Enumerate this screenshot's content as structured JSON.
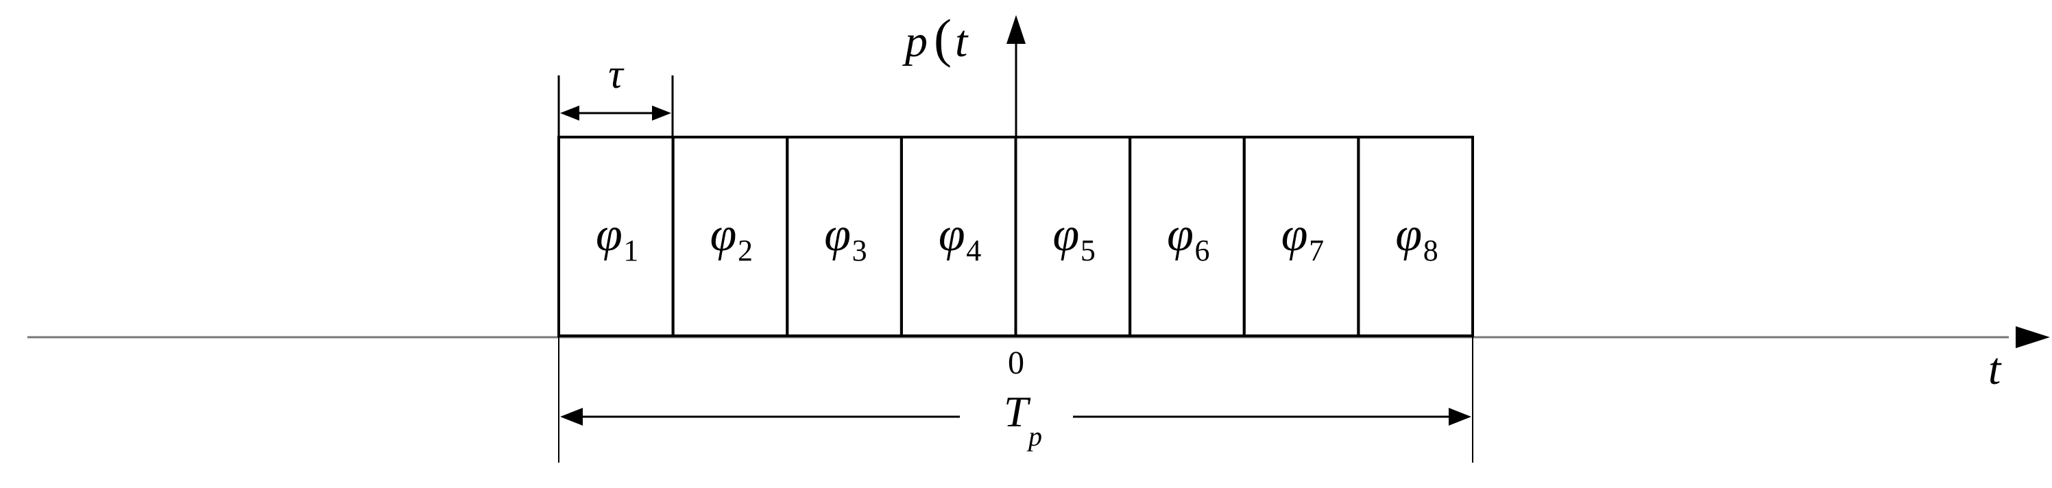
{
  "diagram": {
    "y_axis_label": {
      "main": "p",
      "paren_open": "(",
      "var": "t",
      "paren_close": ")"
    },
    "x_axis_label": "t",
    "origin_label": "0",
    "subpulse_width_label": "τ",
    "total_duration_label": {
      "main": "T",
      "sub": "p"
    },
    "phases": [
      {
        "symbol": "φ",
        "index": "1"
      },
      {
        "symbol": "φ",
        "index": "2"
      },
      {
        "symbol": "φ",
        "index": "3"
      },
      {
        "symbol": "φ",
        "index": "4"
      },
      {
        "symbol": "φ",
        "index": "5"
      },
      {
        "symbol": "φ",
        "index": "6"
      },
      {
        "symbol": "φ",
        "index": "7"
      },
      {
        "symbol": "φ",
        "index": "8"
      }
    ],
    "line_color": "#000000",
    "axis_color": "#777777"
  }
}
